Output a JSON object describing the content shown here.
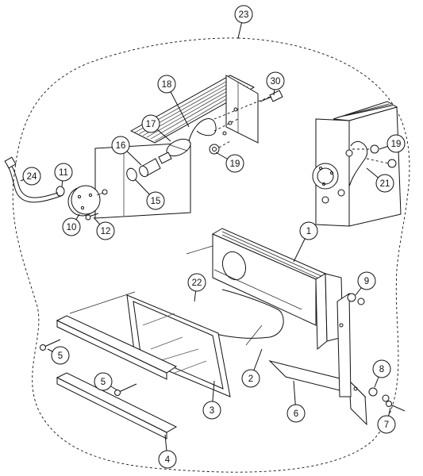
{
  "callouts": [
    {
      "id": "c23",
      "label": "23"
    },
    {
      "id": "c18",
      "label": "18"
    },
    {
      "id": "c30",
      "label": "30"
    },
    {
      "id": "c17",
      "label": "17"
    },
    {
      "id": "c16",
      "label": "16"
    },
    {
      "id": "c19a",
      "label": "19"
    },
    {
      "id": "c19b",
      "label": "19"
    },
    {
      "id": "c24",
      "label": "24"
    },
    {
      "id": "c11",
      "label": "11"
    },
    {
      "id": "c15",
      "label": "15"
    },
    {
      "id": "c21",
      "label": "21"
    },
    {
      "id": "c10",
      "label": "10"
    },
    {
      "id": "c12",
      "label": "12"
    },
    {
      "id": "c1",
      "label": "1"
    },
    {
      "id": "c22",
      "label": "22"
    },
    {
      "id": "c9",
      "label": "9"
    },
    {
      "id": "c5a",
      "label": "5"
    },
    {
      "id": "c2",
      "label": "2"
    },
    {
      "id": "c5b",
      "label": "5"
    },
    {
      "id": "c8",
      "label": "8"
    },
    {
      "id": "c3",
      "label": "3"
    },
    {
      "id": "c6",
      "label": "6"
    },
    {
      "id": "c7",
      "label": "7"
    },
    {
      "id": "c4",
      "label": "4"
    }
  ]
}
